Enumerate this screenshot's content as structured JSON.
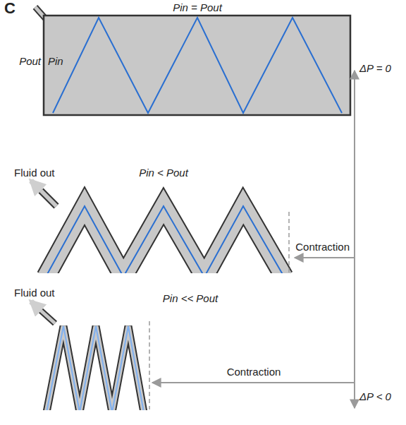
{
  "diagram": {
    "labels": [
      "C",
      "Pin = Pout",
      "Pout",
      "Pin",
      "ΔP = 0",
      "Fluid out",
      "Pin < Pout",
      "Contraction",
      "Fluid out",
      "Pin << Pout",
      "Contraction",
      "ΔP < 0"
    ]
  }
}
